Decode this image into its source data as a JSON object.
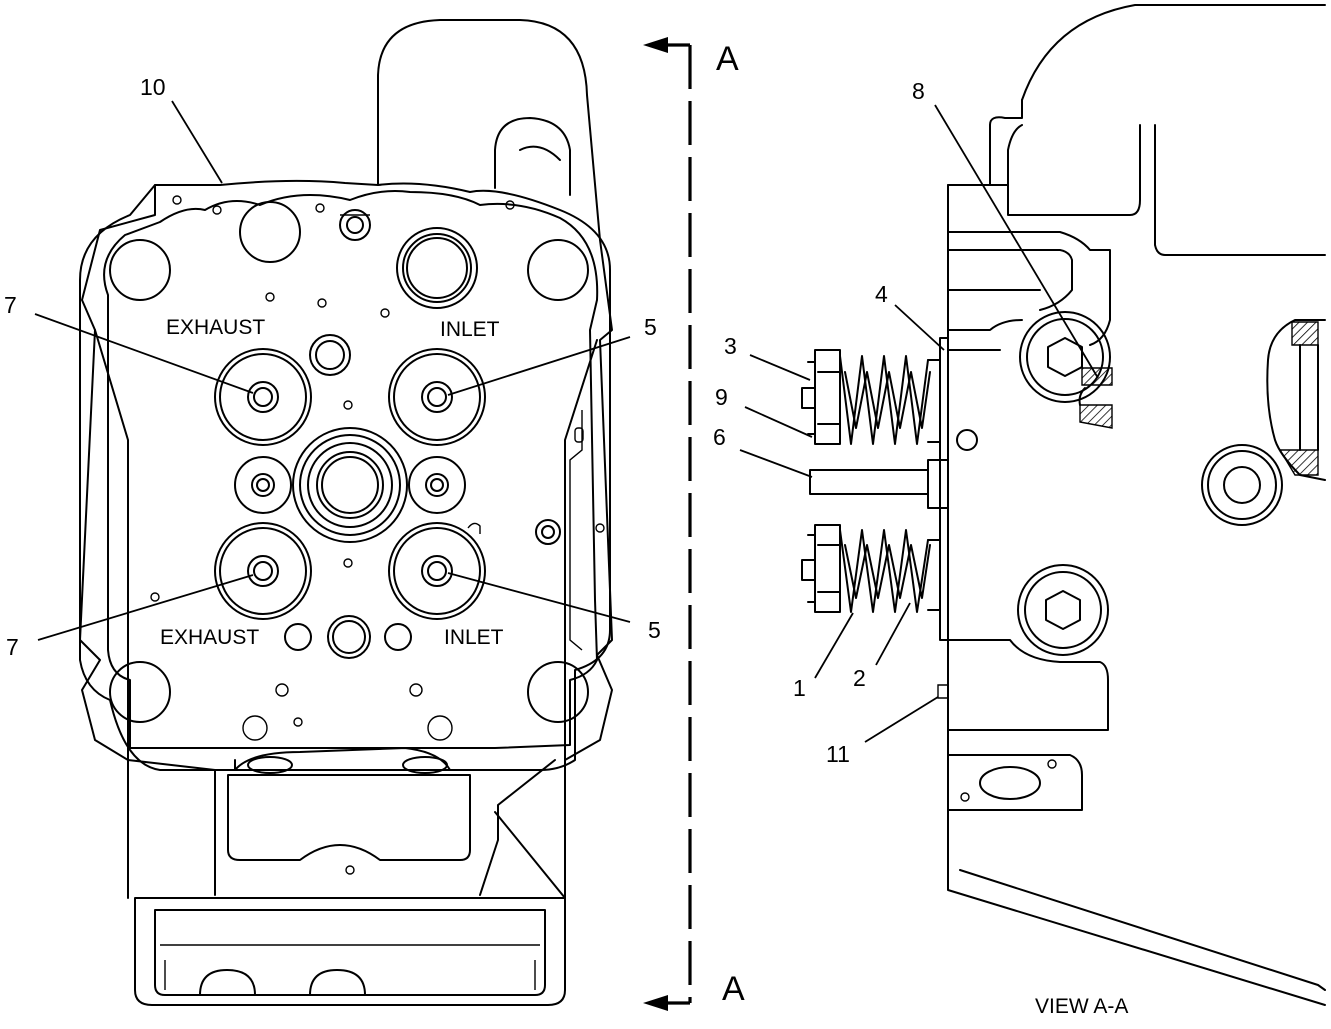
{
  "section_marks": {
    "top": "A",
    "bottom": "A"
  },
  "view_caption": "VIEW A-A",
  "port_labels": {
    "exhaust_top": "EXHAUST",
    "inlet_top": "INLET",
    "exhaust_bottom": "EXHAUST",
    "inlet_bottom": "INLET"
  },
  "callouts": {
    "c10": "10",
    "c7_top": "7",
    "c7_bottom": "7",
    "c5_top": "5",
    "c5_bottom": "5",
    "c8": "8",
    "c4": "4",
    "c3": "3",
    "c9": "9",
    "c6": "6",
    "c1": "1",
    "c2": "2",
    "c11": "11"
  }
}
